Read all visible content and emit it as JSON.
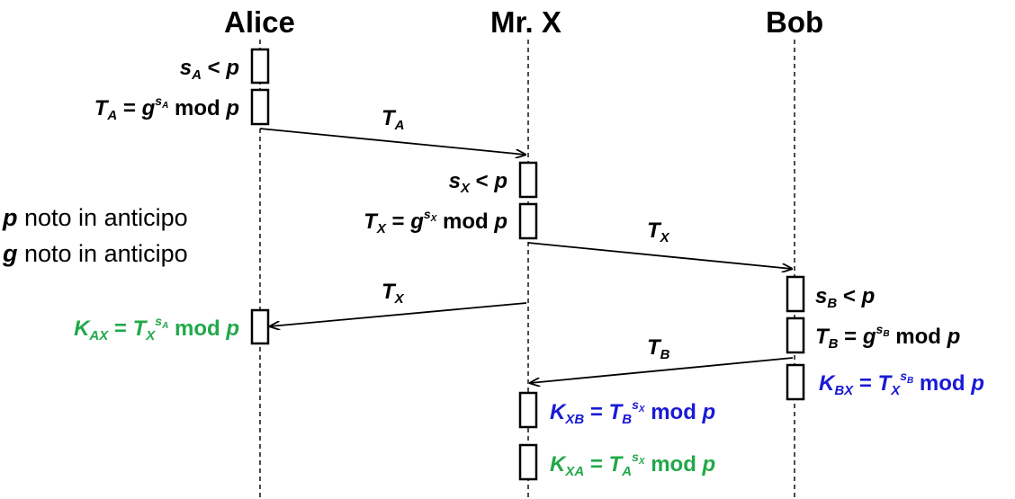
{
  "participants": {
    "alice": "Alice",
    "mrx": "Mr. X",
    "bob": "Bob"
  },
  "notes": [
    {
      "var": "p",
      "text": " noto in anticipo"
    },
    {
      "var": "g",
      "text": " noto in anticipo"
    }
  ],
  "equations": {
    "alice_secret": {
      "left": "s",
      "sub": "A",
      "rest": " < ",
      "var": "p"
    },
    "alice_public": {
      "left": "T",
      "sub": "A",
      "eq": " = ",
      "base": "g",
      "exp": "s",
      "exp_sub": "A",
      "mod": " mod ",
      "var": "p"
    },
    "x_secret": {
      "left": "s",
      "sub": "X",
      "rest": " < ",
      "var": "p"
    },
    "x_public": {
      "left": "T",
      "sub": "X",
      "eq": " = ",
      "base": "g",
      "exp": "s",
      "exp_sub": "X",
      "mod": " mod ",
      "var": "p"
    },
    "bob_secret": {
      "left": "s",
      "sub": "B",
      "rest": " < ",
      "var": "p"
    },
    "bob_public": {
      "left": "T",
      "sub": "B",
      "eq": " = ",
      "base": "g",
      "exp": "s",
      "exp_sub": "B",
      "mod": " mod ",
      "var": "p"
    },
    "k_ax": {
      "left": "K",
      "sub": "AX",
      "eq": " = ",
      "base": "T",
      "base_sub": "X",
      "exp": "s",
      "exp_sub": "A",
      "mod": " mod ",
      "var": "p"
    },
    "k_bx": {
      "left": "K",
      "sub": "BX",
      "eq": " = ",
      "base": "T",
      "base_sub": "X",
      "exp": "s",
      "exp_sub": "B",
      "mod": " mod ",
      "var": "p"
    },
    "k_xb": {
      "left": "K",
      "sub": "XB",
      "eq": " = ",
      "base": "T",
      "base_sub": "B",
      "exp": "s",
      "exp_sub": "X",
      "mod": " mod ",
      "var": "p"
    },
    "k_xa": {
      "left": "K",
      "sub": "XA",
      "eq": " = ",
      "base": "T",
      "base_sub": "A",
      "exp": "s",
      "exp_sub": "X",
      "mod": " mod ",
      "var": "p"
    }
  },
  "messages": {
    "m1": {
      "var": "T",
      "sub": "A"
    },
    "m2": {
      "var": "T",
      "sub": "X"
    },
    "m3": {
      "var": "T",
      "sub": "X"
    },
    "m4": {
      "var": "T",
      "sub": "B"
    }
  },
  "colors": {
    "green": "#22a84a",
    "blue": "#1a1ad6",
    "line": "#000000"
  }
}
